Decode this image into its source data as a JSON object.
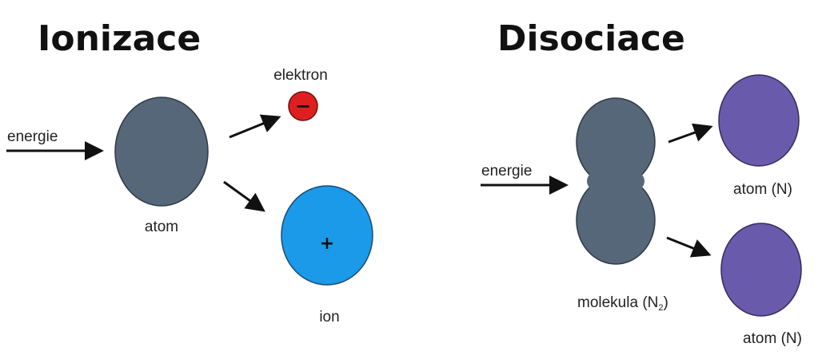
{
  "ionization": {
    "title": "Ionizace",
    "energy_label": "energie",
    "atom_label": "atom",
    "electron_label": "elektron",
    "electron_sign": "−",
    "ion_label": "ion",
    "ion_sign": "+"
  },
  "dissociation": {
    "title": "Disociace",
    "energy_label": "energie",
    "molecule_label": "molekula (N",
    "molecule_subscript": "2",
    "molecule_label_end": ")",
    "atom_top_label": "atom (N)",
    "atom_bottom_label": "atom (N)"
  },
  "colors": {
    "atom": "#566779",
    "electron": "#df1f1f",
    "ion": "#1a9ae8",
    "dissociated_atom": "#6a5aab",
    "arrow": "#111111",
    "outline": "#2f3a45"
  }
}
